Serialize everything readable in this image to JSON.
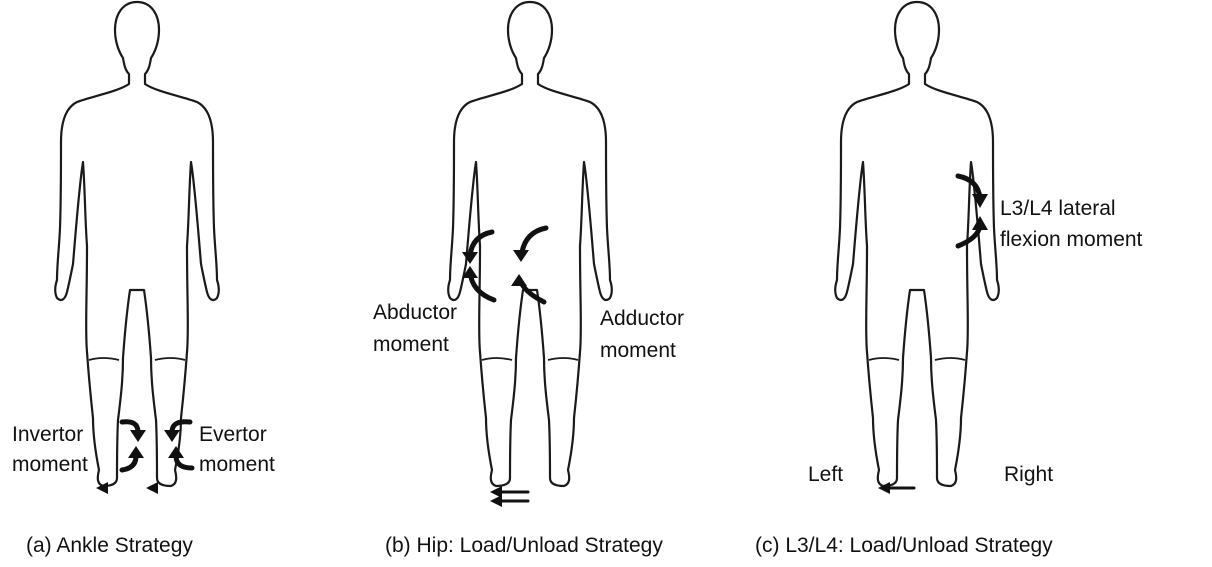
{
  "panels": [
    {
      "caption": "(a) Ankle Strategy",
      "labels": [
        "Invertor",
        "moment",
        "Evertor",
        "moment"
      ]
    },
    {
      "caption": "(b) Hip: Load/Unload Strategy",
      "labels": [
        "Abductor",
        "moment",
        "Adductor",
        "moment"
      ]
    },
    {
      "caption": "(c) L3/L4: Load/Unload Strategy",
      "labels": [
        "L3/L4 lateral",
        "flexion moment",
        "Left",
        "Right"
      ]
    }
  ],
  "colors": {
    "outline": "#1a1a1a",
    "arrow": "#111111",
    "background": "#ffffff"
  }
}
